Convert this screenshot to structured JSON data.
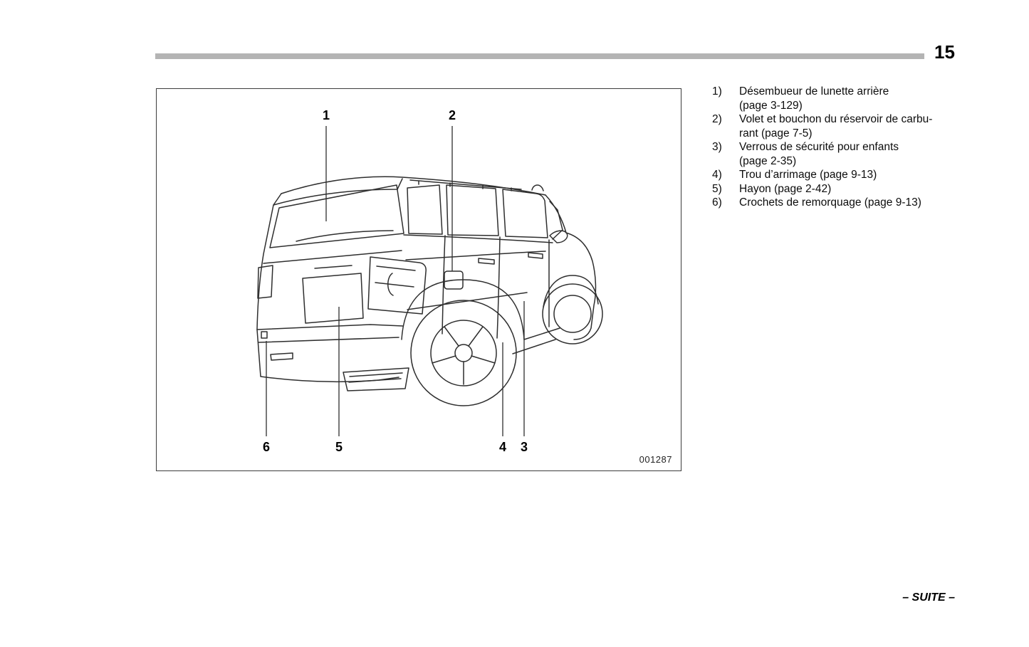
{
  "page": {
    "number": "15",
    "footer_text": "– SUITE –"
  },
  "figure": {
    "code": "001287",
    "callout_labels": [
      "1",
      "2",
      "3",
      "4",
      "5",
      "6"
    ]
  },
  "legend": {
    "items": [
      {
        "num": "1)",
        "lines": [
          "Désembueur de lunette arrière",
          "(page 3-129)"
        ]
      },
      {
        "num": "2)",
        "lines": [
          "Volet et bouchon du réservoir de carbu-",
          "rant (page 7-5)"
        ]
      },
      {
        "num": "3)",
        "lines": [
          "Verrous de sécurité pour enfants",
          "(page 2-35)"
        ]
      },
      {
        "num": "4)",
        "lines": [
          "Trou d’arrimage (page 9-13)"
        ]
      },
      {
        "num": "5)",
        "lines": [
          "Hayon (page 2-42)"
        ]
      },
      {
        "num": "6)",
        "lines": [
          "Crochets de remorquage (page 9-13)"
        ]
      }
    ]
  }
}
